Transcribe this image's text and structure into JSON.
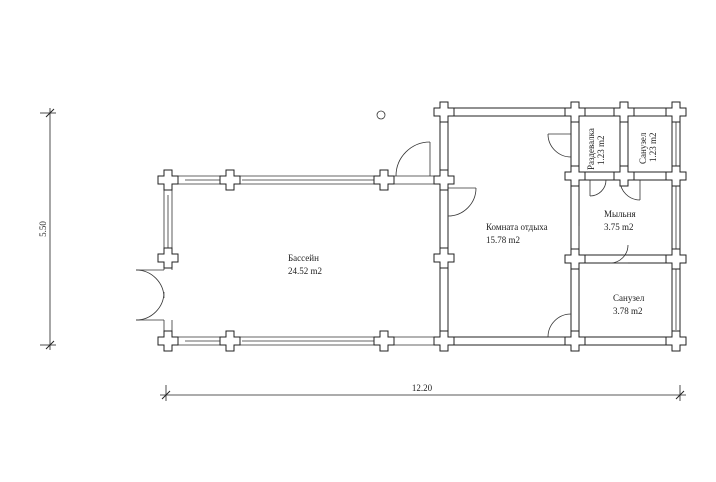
{
  "rooms": [
    {
      "name": "Бассейн",
      "area": "24.52 m2"
    },
    {
      "name": "Комната отдыха",
      "area": "15.78 m2"
    },
    {
      "name": "Раздевалка",
      "area": "1.23 m2"
    },
    {
      "name": "Санузел",
      "area": "1.23 m2"
    },
    {
      "name": "Мыльня",
      "area": "3.75 m2"
    },
    {
      "name": "Санузел",
      "area": "3.78 m2"
    }
  ],
  "dimensions": {
    "width": "12.20",
    "height": "5.50"
  }
}
